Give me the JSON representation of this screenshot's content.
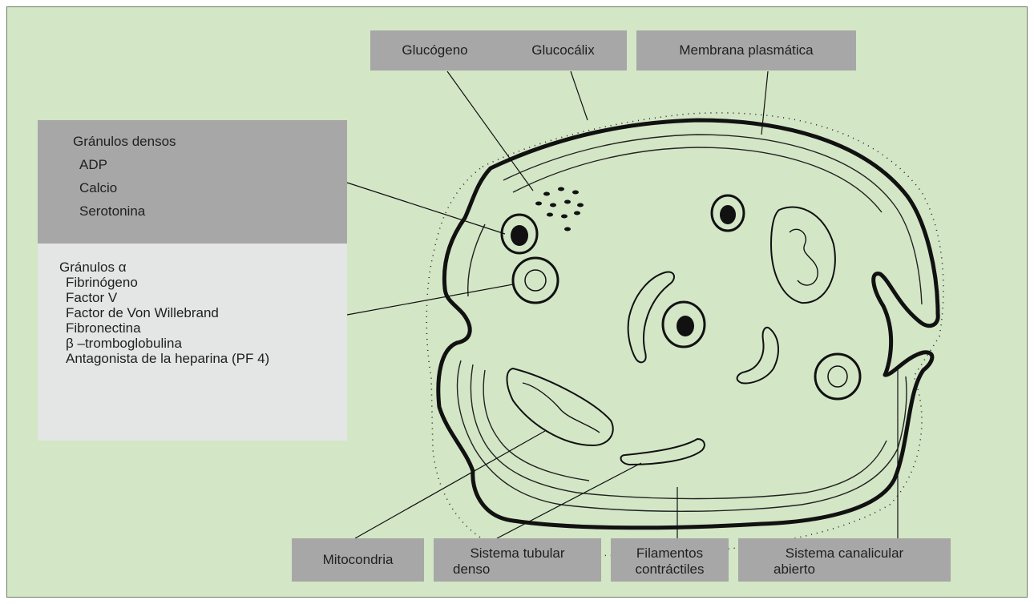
{
  "top_labels": {
    "glucogeno": "Glucógeno",
    "glucocalix": "Glucocálix",
    "membrana": "Membrana plasmática"
  },
  "dense_granules": {
    "title": "Gránulos densos",
    "items": [
      "ADP",
      "Calcio",
      "Serotonina"
    ]
  },
  "alpha_granules": {
    "title": "Gránulos α",
    "items": [
      "Fibrinógeno",
      "Factor V",
      "Factor de Von Willebrand",
      "Fibronectina",
      "β –tromboglobulina",
      "Antagonista de la heparina (PF 4)"
    ]
  },
  "bottom_labels": {
    "mitocondria": "Mitocondria",
    "tubular_line1": "Sistema tubular",
    "tubular_line2": "denso",
    "filamentos_line1": "Filamentos",
    "filamentos_line2": "contráctiles",
    "canalicular_line1": "Sistema canalicular",
    "canalicular_line2": "abierto"
  },
  "colors": {
    "background": "#d3e6c6",
    "label_box": "#a7a7a7",
    "alpha_box": "#e3e6e4",
    "outline": "#111111"
  }
}
